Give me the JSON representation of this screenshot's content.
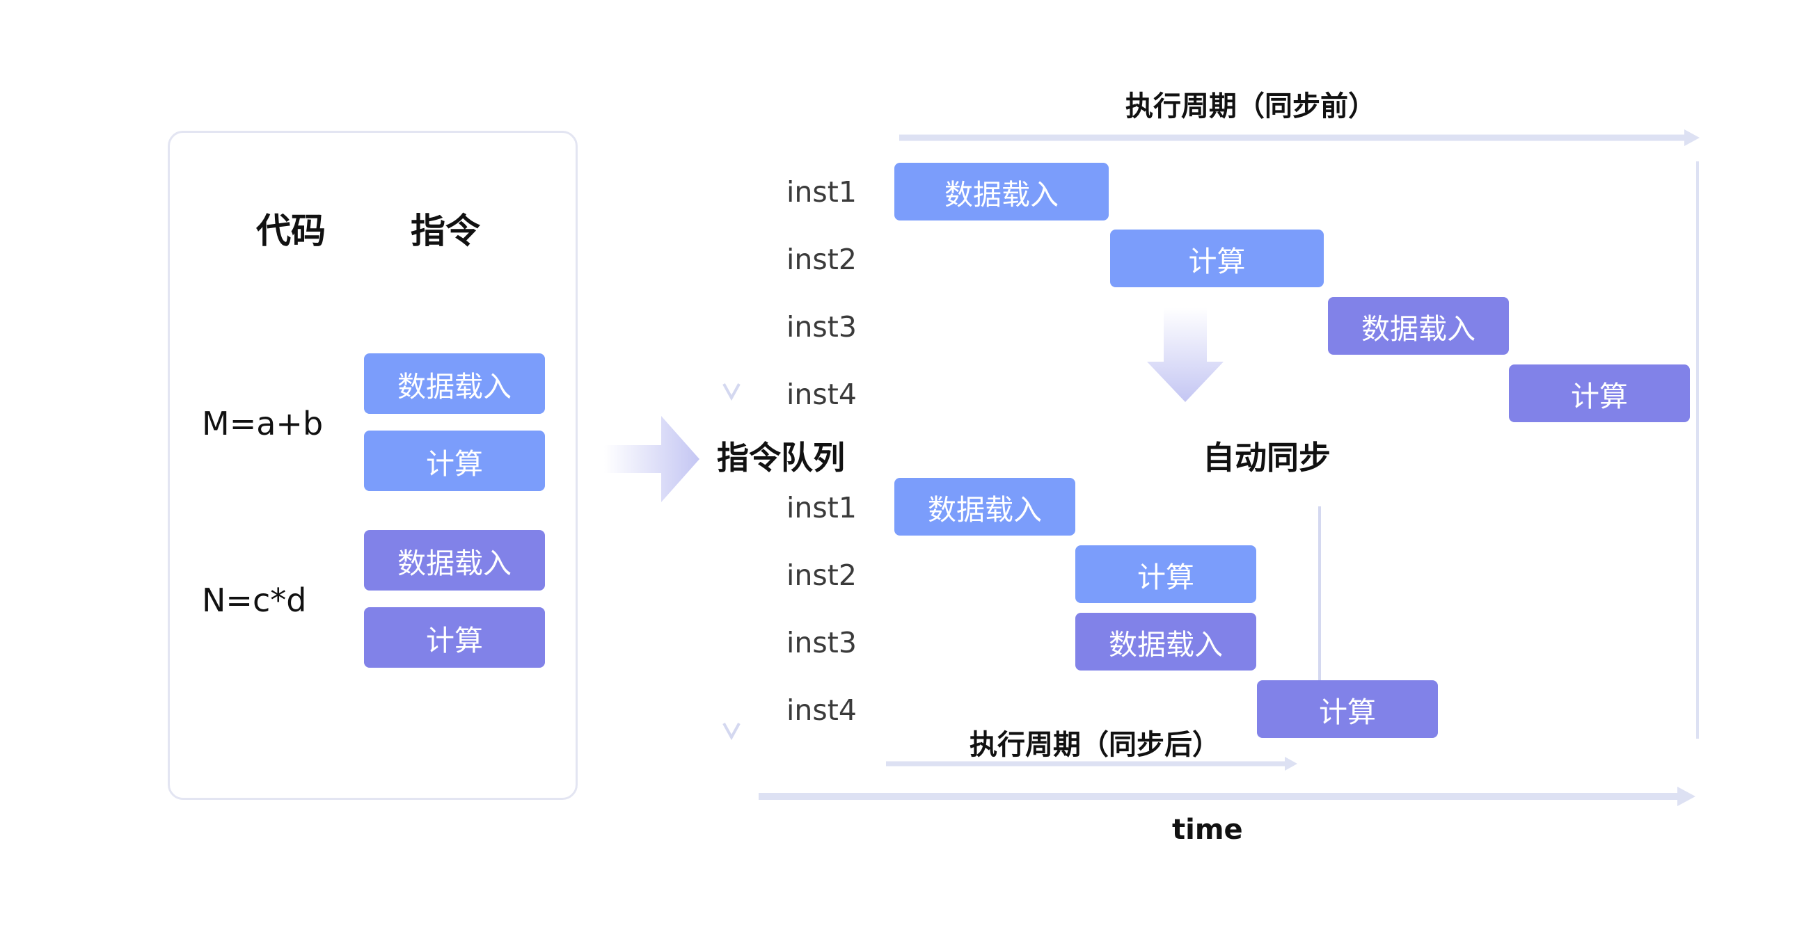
{
  "left_panel": {
    "header_code": "代码",
    "header_instruction": "指令",
    "code_1": "M=a+b",
    "code_2": "N=c*d",
    "instructions": [
      "数据载入",
      "计算",
      "数据载入",
      "计算"
    ]
  },
  "queue_label": "指令队列",
  "before_sync": {
    "period_label": "执行周期（同步前）",
    "rows": [
      {
        "inst": "inst1",
        "label": "数据载入"
      },
      {
        "inst": "inst2",
        "label": "计算"
      },
      {
        "inst": "inst3",
        "label": "数据载入"
      },
      {
        "inst": "inst4",
        "label": "计算"
      }
    ]
  },
  "sync_label": "自动同步",
  "after_sync": {
    "period_label": "执行周期（同步后）",
    "rows": [
      {
        "inst": "inst1",
        "label": "数据载入"
      },
      {
        "inst": "inst2",
        "label": "计算"
      },
      {
        "inst": "inst3",
        "label": "数据载入"
      },
      {
        "inst": "inst4",
        "label": "计算"
      }
    ]
  },
  "time_label": "time",
  "colors": {
    "load": "#7b9dfb",
    "compute": "#8182e8",
    "arrow": "#dde1f3"
  }
}
